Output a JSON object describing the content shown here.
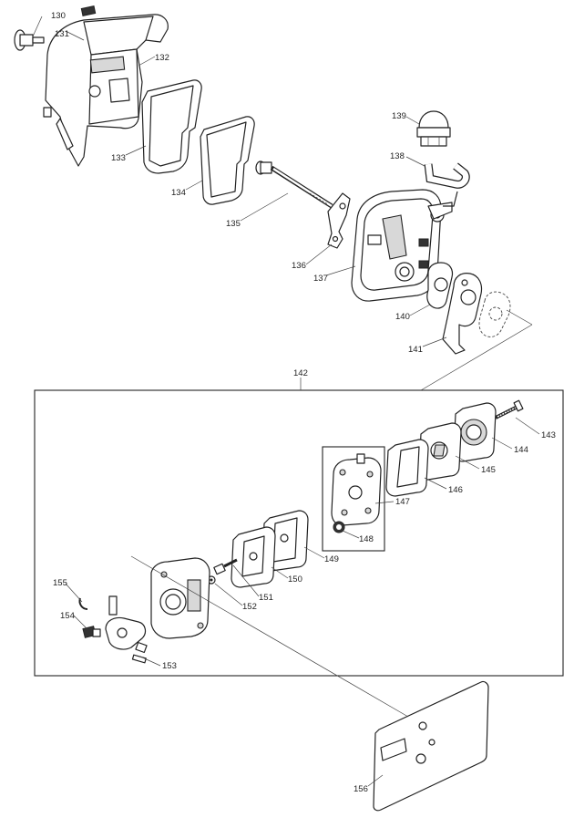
{
  "labels": {
    "p130": "130",
    "p131": "131",
    "p132": "132",
    "p133": "133",
    "p134": "134",
    "p135": "135",
    "p136": "136",
    "p137": "137",
    "p138": "138",
    "p139": "139",
    "p140": "140",
    "p141": "141",
    "p142": "142",
    "p143": "143",
    "p144": "144",
    "p145": "145",
    "p146": "146",
    "p147": "147",
    "p148": "148",
    "p149": "149",
    "p150": "150",
    "p151": "151",
    "p152": "152",
    "p153": "153",
    "p154": "154",
    "p155": "155",
    "p156": "156"
  }
}
